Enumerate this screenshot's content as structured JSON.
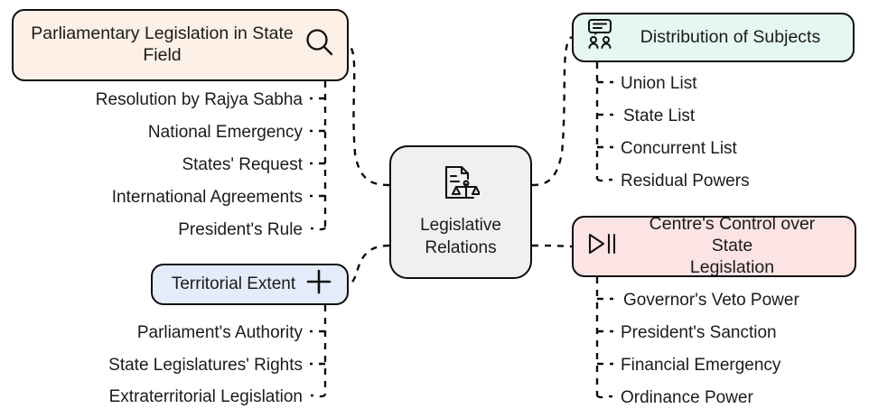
{
  "diagram": {
    "type": "mind-map",
    "title": "Legislative Relations",
    "center": {
      "label": "Legislative\nRelations",
      "icon": "document-balance-scale-icon",
      "fill": "#f0f0f0",
      "stroke": "#0d0d0d"
    },
    "branches": [
      {
        "id": "parliamentary",
        "label": "Parliamentary Legislation in State\nField",
        "icon": "search-icon",
        "fill": "#fdf0e6",
        "side": "left",
        "children": [
          "Resolution by Rajya Sabha",
          "National Emergency",
          "States' Request",
          "International Agreements",
          "President's Rule"
        ]
      },
      {
        "id": "territorial",
        "label": "Territorial Extent",
        "icon": "plus-icon",
        "fill": "#e4ecfb",
        "side": "left",
        "children": [
          "Parliament's Authority",
          "State Legislatures' Rights",
          "Extraterritorial Legislation"
        ]
      },
      {
        "id": "distribution",
        "label": "Distribution of Subjects",
        "icon": "speech-bubble-people-icon",
        "fill": "#e6f7ef",
        "side": "right",
        "children": [
          "Union List",
          "State List",
          "Concurrent List",
          "Residual Powers"
        ]
      },
      {
        "id": "centre-control",
        "label": "Centre's Control over State\nLegislation",
        "icon": "play-pause-icon",
        "fill": "#fce4e4",
        "side": "right",
        "children": [
          "Governor's Veto Power",
          "President's Sanction",
          "Financial Emergency",
          "Ordinance Power"
        ]
      }
    ]
  }
}
